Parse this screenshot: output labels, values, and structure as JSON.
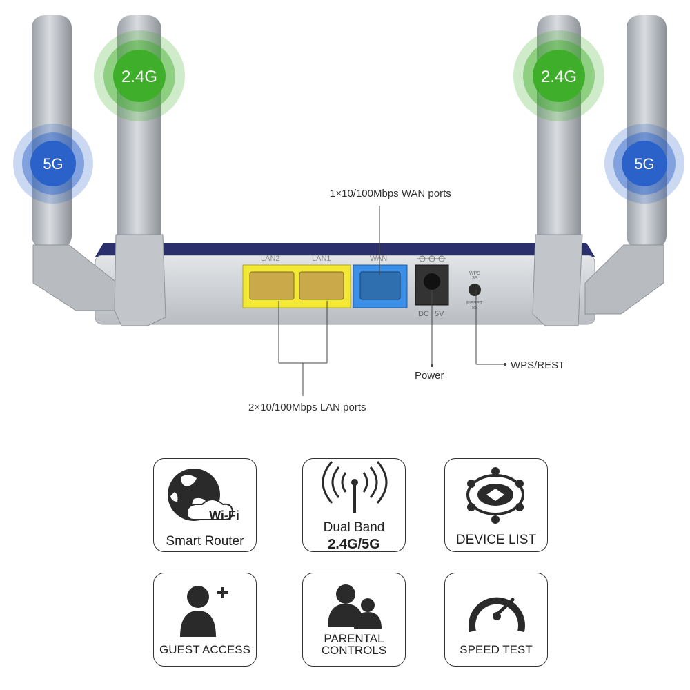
{
  "wireless_badges": {
    "left_24": "2.4G",
    "right_24": "2.4G",
    "left_5": "5G",
    "right_5": "5G"
  },
  "port_labels": {
    "lan2": "LAN2",
    "lan1": "LAN1",
    "wan": "WAN",
    "dc": "DC",
    "volt": "5V",
    "wps_top": "WPS",
    "wps_3s": "3S",
    "reset": "RESET",
    "reset_8s": "8S"
  },
  "callouts": {
    "wan_ports": "1×10/100Mbps WAN ports",
    "lan_ports": "2×10/100Mbps LAN ports",
    "power": "Power",
    "wps_reset": "WPS/REST"
  },
  "features": {
    "smart_router": {
      "badge": "Wi-Fi",
      "label": "Smart Router"
    },
    "dual_band": {
      "line1": "Dual Band",
      "line2": "2.4G/5G"
    },
    "device_list": {
      "label": "DEVICE LIST"
    },
    "guest_access": {
      "label": "GUEST ACCESS"
    },
    "parental_controls": {
      "line1": "PARENTAL",
      "line2": "CONTROLS"
    },
    "speed_test": {
      "label": "SPEED TEST"
    }
  },
  "colors": {
    "green_badge": "#3fae2a",
    "blue_badge": "#2a62c9",
    "lan_port": "#f3e934",
    "wan_port": "#3b8fe6",
    "router_body": "#d6d9dc",
    "router_top": "#2b2f6b"
  }
}
